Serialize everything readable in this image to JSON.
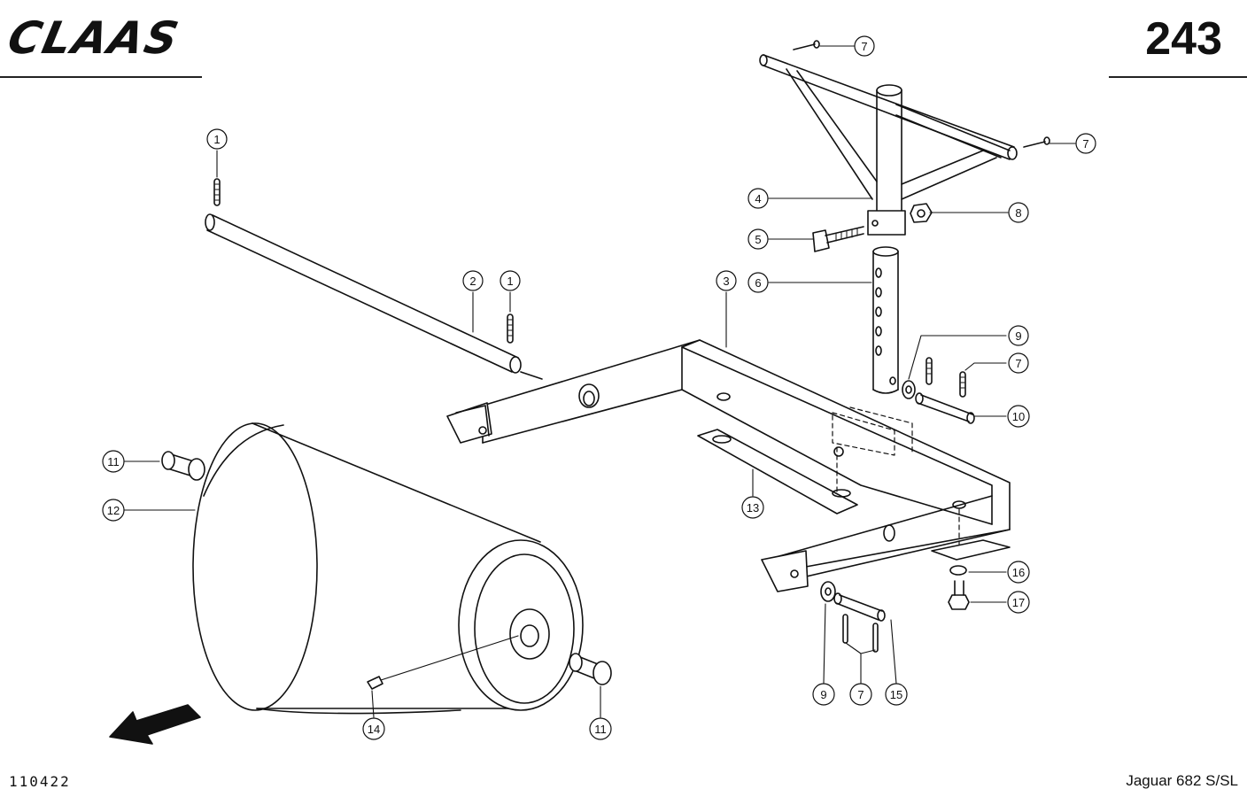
{
  "header": {
    "brand": "CLAAS",
    "page_number": "243"
  },
  "footer": {
    "document_number": "110422",
    "model": "Jaguar 682 S/SL"
  },
  "callouts": {
    "c1a": "1",
    "c1b": "1",
    "c2": "2",
    "c3": "3",
    "c4": "4",
    "c5": "5",
    "c6": "6",
    "c7a": "7",
    "c7b": "7",
    "c7c": "7",
    "c7d": "7",
    "c8": "8",
    "c9a": "9",
    "c9b": "9",
    "c10": "10",
    "c11a": "11",
    "c11b": "11",
    "c12": "12",
    "c13": "13",
    "c14": "14",
    "c15": "15",
    "c16": "16",
    "c17": "17"
  }
}
